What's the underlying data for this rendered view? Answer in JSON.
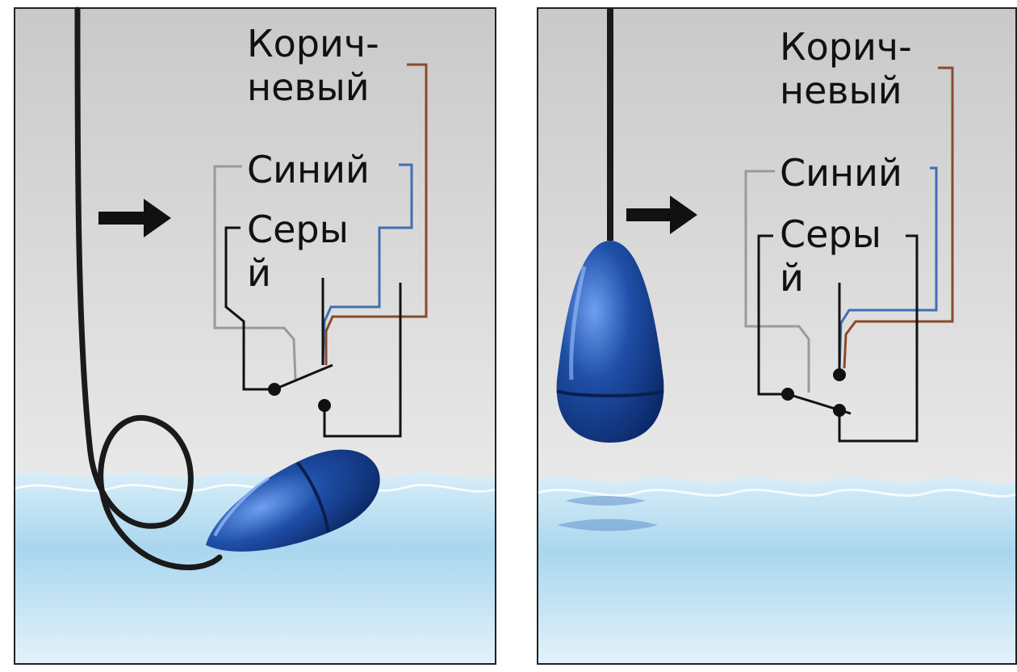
{
  "panels": [
    {
      "id": "left",
      "state": "float in water (tilted)",
      "labels": {
        "brown": "Корич-",
        "brown2": "невый",
        "blue": "Синий",
        "gray": "Серы",
        "gray2": "й"
      }
    },
    {
      "id": "right",
      "state": "float hanging above water",
      "labels": {
        "brown": "Корич-",
        "brown2": "невый",
        "blue": "Синий",
        "gray": "Серы",
        "gray2": "й"
      }
    }
  ],
  "colors": {
    "wire_brown": "#8a4a2a",
    "wire_blue": "#3f6fb5",
    "wire_gray": "#9a9a9a",
    "wire_black": "#111111",
    "water_light": "#cde6f4",
    "water_deep": "#8ec3e4",
    "float_blue": "#1f4fa8",
    "sky_top": "#cfcfcf",
    "sky_bottom": "#f4f4f4"
  },
  "icons": [
    "arrow-right-icon",
    "float-switch-icon",
    "water-wave-icon"
  ]
}
